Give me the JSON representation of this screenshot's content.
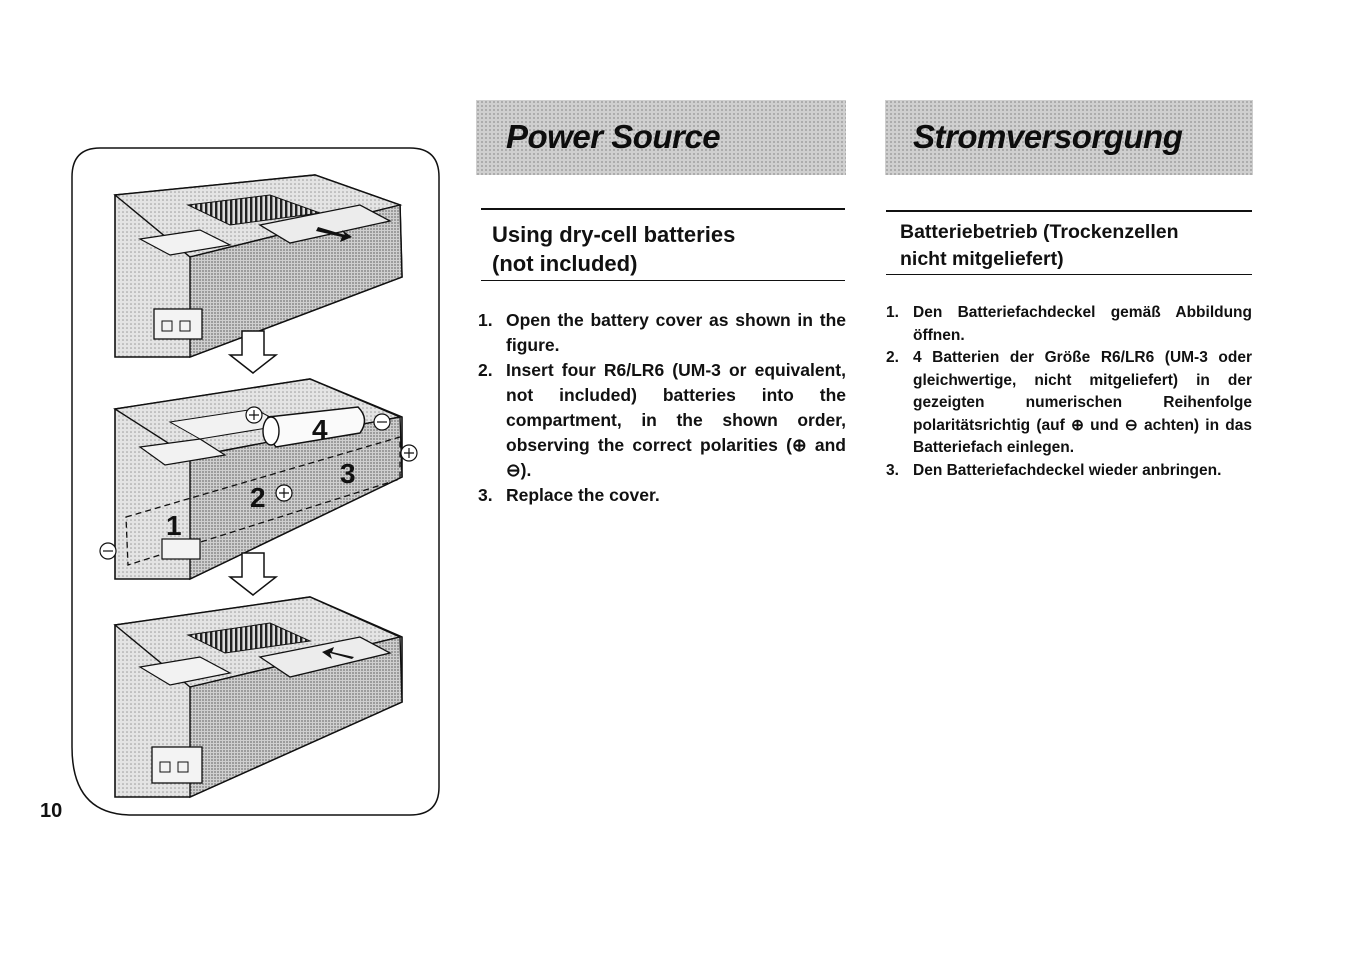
{
  "page": {
    "number": "10"
  },
  "english": {
    "banner_title": "Power Source",
    "heading": [
      "Using dry-cell batteries",
      "(not included)"
    ],
    "steps": [
      {
        "num": "1.",
        "text": "Open the battery cover as shown in the figure."
      },
      {
        "num": "2.",
        "text": "Insert four R6/LR6 (UM-3 or equivalent, not included) batteries into the compartment, in the shown order, observing the correct polarities (⊕ and ⊖)."
      },
      {
        "num": "3.",
        "text": "Replace the cover."
      }
    ]
  },
  "german": {
    "banner_title": "Stromversorgung",
    "heading": [
      "Batteriebetrieb (Trockenzellen",
      "nicht mitgeliefert)"
    ],
    "steps": [
      {
        "num": "1.",
        "text": "Den Batteriefachdeckel gemäß Abbildung öffnen."
      },
      {
        "num": "2.",
        "text": "4 Batterien der Größe R6/LR6 (UM-3 oder gleichwertige, nicht mitgeliefert) in der gezeigten numerischen Reihenfolge polaritätsrichtig (auf ⊕ und ⊖ achten) in das Batteriefach einlegen."
      },
      {
        "num": "3.",
        "text": "Den Batteriefachdeckel wieder anbringen."
      }
    ]
  },
  "figure": {
    "battery_labels": [
      "1",
      "2",
      "3",
      "4"
    ],
    "plus_symbol": "⊕",
    "minus_symbol": "⊖",
    "icons": [
      "arrow-down-icon",
      "arrow-right-icon",
      "arrow-up-icon",
      "battery-icon"
    ]
  }
}
